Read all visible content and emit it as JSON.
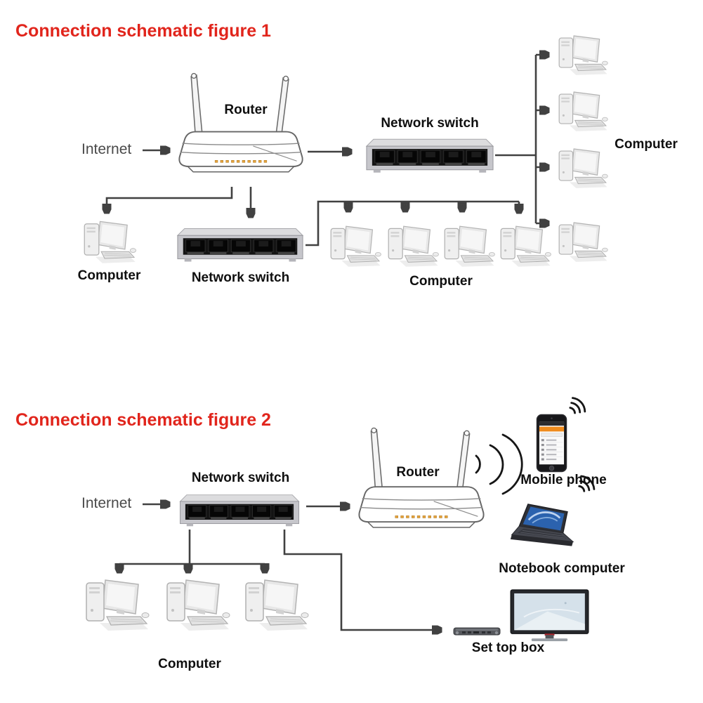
{
  "colors": {
    "title_red": "#e1251c",
    "connector_line": "#414141",
    "label_text": "#0f0f0f",
    "internet_text": "#4a4a4a",
    "router_led_orange": "#e7a33b",
    "phone_accent_orange": "#ef8b1d",
    "laptop_screen_blue": "#2b62ae",
    "tv_accent_red": "#a8272e",
    "switch_port_black": "#060606",
    "device_gray": "#e7e7e7"
  },
  "figure1": {
    "title": "Connection schematic figure 1",
    "internet_label": "Internet",
    "router_label": "Router",
    "top_switch_label": "Network switch",
    "bottom_switch_label": "Network switch",
    "left_computer_label": "Computer",
    "middle_computer_label": "Computer",
    "right_computer_label": "Computer",
    "middle_computer_count": 4,
    "right_computer_count": 4
  },
  "figure2": {
    "title": "Connection schematic figure 2",
    "internet_label": "Internet",
    "switch_label": "Network switch",
    "router_label": "Router",
    "mobile_phone_label": "Mobile phone",
    "notebook_label": "Notebook computer",
    "computer_label": "Computer",
    "set_top_box_label": "Set top box",
    "computer_count": 3
  },
  "icons": [
    "router-icon",
    "network-switch-icon",
    "desktop-computer-icon",
    "mobile-phone-icon",
    "notebook-computer-icon",
    "tv-icon",
    "set-top-box-icon",
    "wifi-waves-icon",
    "arrow-connector"
  ]
}
